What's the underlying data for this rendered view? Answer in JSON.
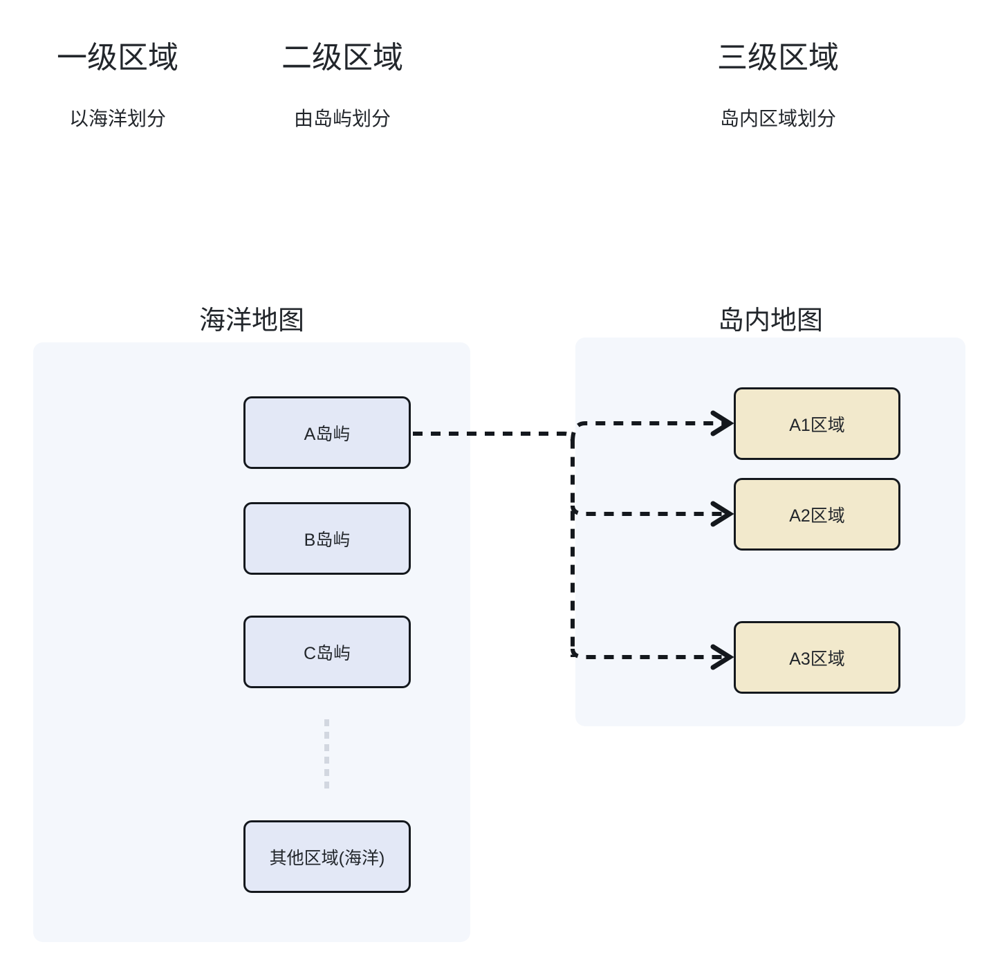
{
  "columns": [
    {
      "title": "一级区域",
      "subtitle": "以海洋划分"
    },
    {
      "title": "二级区域",
      "subtitle": "由岛屿划分"
    },
    {
      "title": "三级区域",
      "subtitle": "岛内区域划分"
    }
  ],
  "panels": {
    "ocean": {
      "title": "海洋地图",
      "background": "#f4f7fc",
      "nodes": [
        {
          "label": "A岛屿"
        },
        {
          "label": "B岛屿"
        },
        {
          "label": "C岛屿"
        },
        {
          "label": "其他区域(海洋)"
        }
      ],
      "ellipsis": "⋮"
    },
    "island": {
      "title": "岛内地图",
      "background": "#f4f7fc",
      "nodes": [
        {
          "label": "A1区域"
        },
        {
          "label": "A2区域"
        },
        {
          "label": "A3区域"
        }
      ]
    }
  },
  "colors": {
    "node_blue_fill": "#e3e8f6",
    "node_yellow_fill": "#f2e9cc",
    "node_border": "#14181d",
    "panel_fill": "#f4f7fc",
    "connector": "#14181d",
    "ellipsis": "#d2d7e0",
    "text": "#22262b"
  },
  "connectors": [
    {
      "from": "A岛屿",
      "to": "A1区域",
      "style": "dashed",
      "arrow": "open"
    },
    {
      "from": "A岛屿",
      "to": "A2区域",
      "style": "dashed",
      "arrow": "open"
    },
    {
      "from": "A岛屿",
      "to": "A3区域",
      "style": "dashed",
      "arrow": "open"
    }
  ]
}
